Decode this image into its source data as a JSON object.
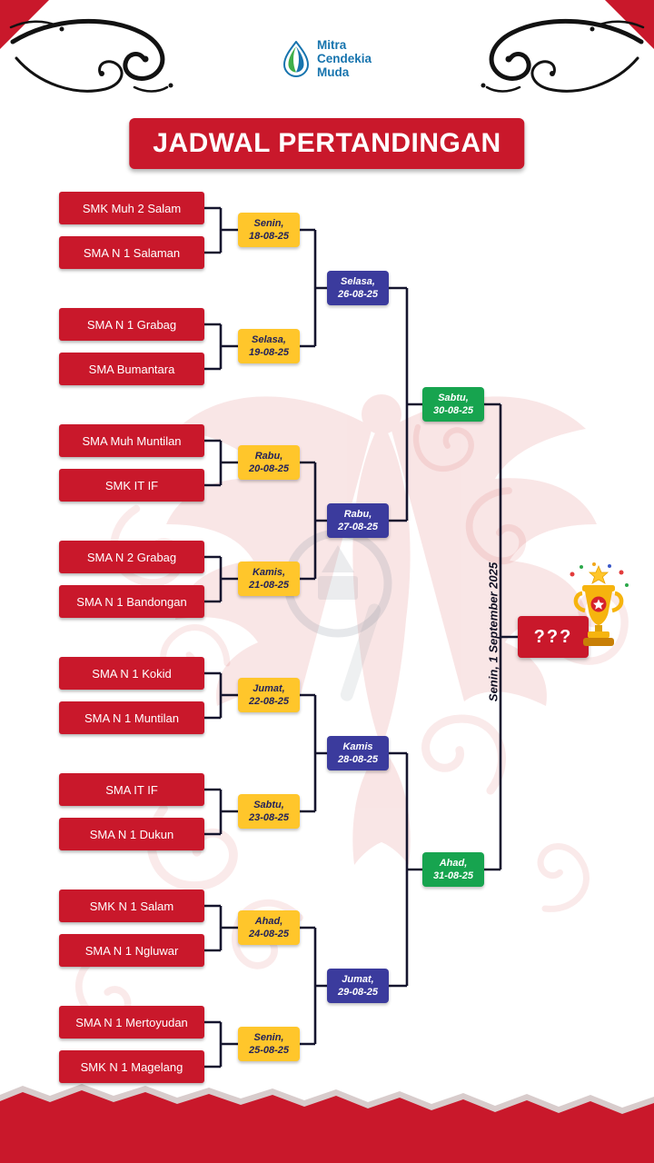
{
  "logo": {
    "line1": "Mitra",
    "line2": "Cendekia",
    "line3": "Muda"
  },
  "header": {
    "title": "JADWAL PERTANDINGAN"
  },
  "bracket": {
    "round1": [
      {
        "team_a": "SMK Muh 2 Salam",
        "team_b": "SMA N 1 Salaman",
        "day": "Senin,",
        "date": "18-08-25"
      },
      {
        "team_a": "SMA N 1 Grabag",
        "team_b": "SMA Bumantara",
        "day": "Selasa,",
        "date": "19-08-25"
      },
      {
        "team_a": "SMA Muh Muntilan",
        "team_b": "SMK IT IF",
        "day": "Rabu,",
        "date": "20-08-25"
      },
      {
        "team_a": "SMA N 2 Grabag",
        "team_b": "SMA N 1 Bandongan",
        "day": "Kamis,",
        "date": "21-08-25"
      },
      {
        "team_a": "SMA N 1 Kokid",
        "team_b": "SMA N 1 Muntilan",
        "day": "Jumat,",
        "date": "22-08-25"
      },
      {
        "team_a": "SMA IT IF",
        "team_b": "SMA N 1 Dukun",
        "day": "Sabtu,",
        "date": "23-08-25"
      },
      {
        "team_a": "SMK N 1 Salam",
        "team_b": "SMA N 1 Ngluwar",
        "day": "Ahad,",
        "date": "24-08-25"
      },
      {
        "team_a": "SMA N 1 Mertoyudan",
        "team_b": "SMK N 1 Magelang",
        "day": "Senin,",
        "date": "25-08-25"
      }
    ],
    "quarterfinals": [
      {
        "day": "Selasa,",
        "date": "26-08-25"
      },
      {
        "day": "Rabu,",
        "date": "27-08-25"
      },
      {
        "day": "Kamis",
        "date": "28-08-25"
      },
      {
        "day": "Jumat,",
        "date": "29-08-25"
      }
    ],
    "semifinals": [
      {
        "day": "Sabtu,",
        "date": "30-08-25"
      },
      {
        "day": "Ahad,",
        "date": "31-08-25"
      }
    ],
    "final": {
      "date_label": "Senin, 1 September 2025",
      "winner": "???"
    }
  },
  "colors": {
    "team_box": "#c9182b",
    "round1_date_box": "#ffc62b",
    "quarterfinal_box": "#3b3b9d",
    "semifinal_box": "#17a44f",
    "title_banner": "#c9182b",
    "bracket_line": "#15152e"
  }
}
